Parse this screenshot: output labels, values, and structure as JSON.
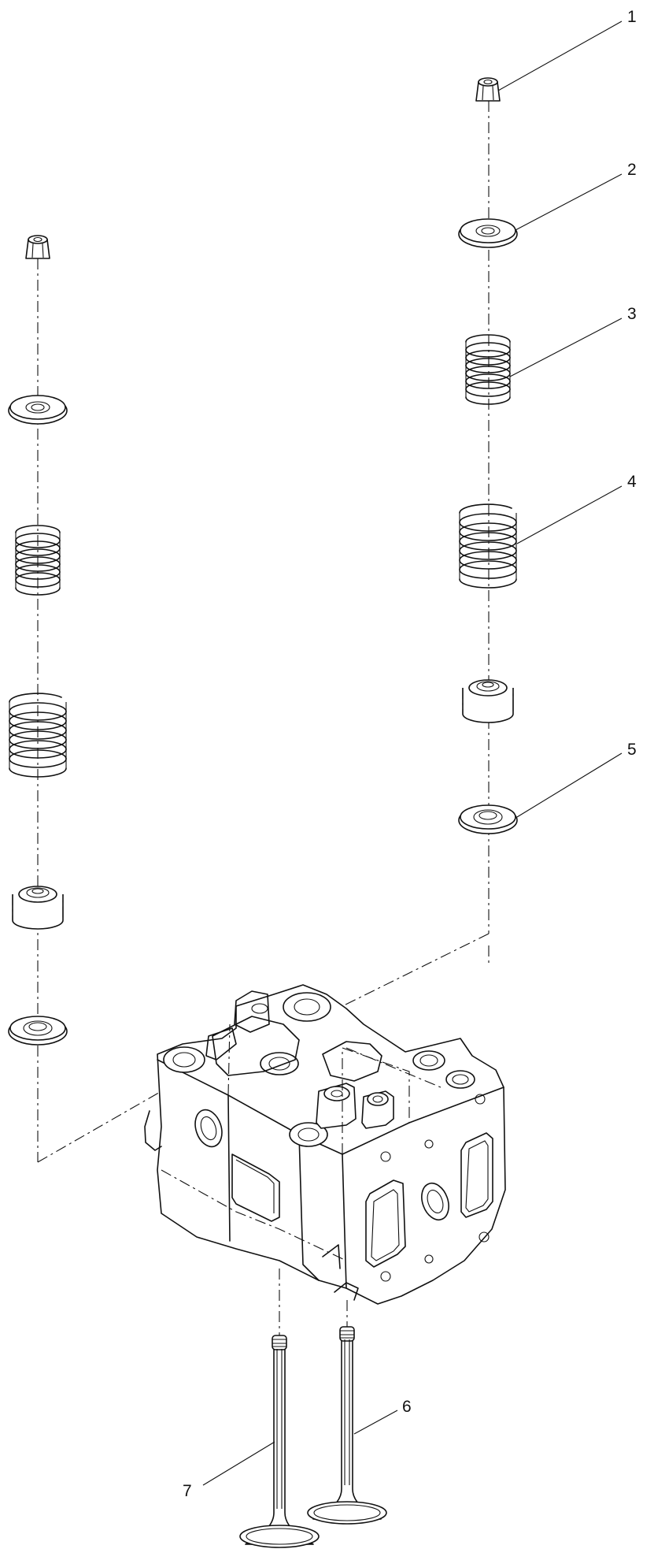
{
  "callouts": [
    {
      "id": "1",
      "text": "1"
    },
    {
      "id": "2",
      "text": "2"
    },
    {
      "id": "3",
      "text": "3"
    },
    {
      "id": "4",
      "text": "4"
    },
    {
      "id": "5",
      "text": "5"
    },
    {
      "id": "6",
      "text": "6"
    },
    {
      "id": "7",
      "text": "7"
    }
  ],
  "colors": {
    "line": "#111111",
    "background": "#ffffff"
  }
}
